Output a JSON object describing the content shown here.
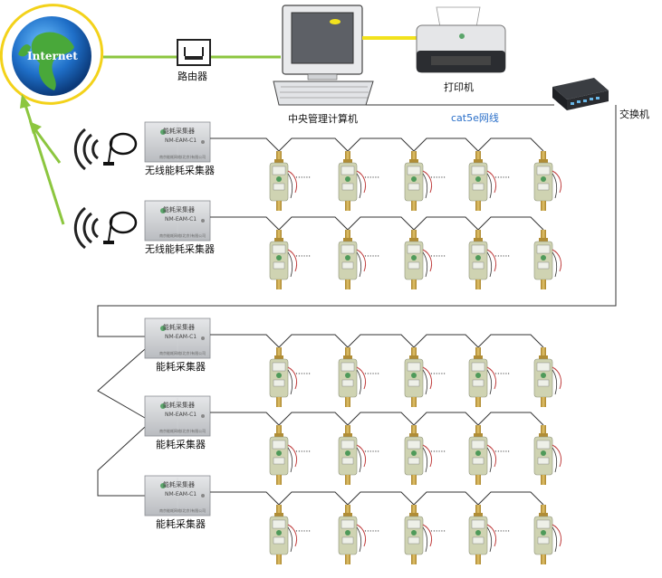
{
  "internet": {
    "label": "Internet"
  },
  "router": {
    "label": "路由器"
  },
  "computer": {
    "label": "中央管理计算机"
  },
  "printer": {
    "label": "打印机"
  },
  "switch": {
    "label": "交换机"
  },
  "cable": {
    "label": "cat5e网线"
  },
  "collector_plate": {
    "line1": "能耗采集器",
    "line2": "NM-EAM-C1",
    "footer": "南京能耗网络(北京)有限公司"
  },
  "collectors": [
    {
      "label": "无线能耗采集器",
      "wireless": true
    },
    {
      "label": "无线能耗采集器",
      "wireless": true
    },
    {
      "label": "能耗采集器",
      "wireless": false
    },
    {
      "label": "能耗采集器",
      "wireless": false
    },
    {
      "label": "能耗采集器",
      "wireless": false
    }
  ],
  "meter_dots": "······",
  "colors": {
    "link_green": "#8cc63f",
    "printer_link": "#f2e21d",
    "cable_label": "#2a6fc9",
    "meter_body": "#cfd3b2",
    "meter_brass": "#c9a444"
  }
}
